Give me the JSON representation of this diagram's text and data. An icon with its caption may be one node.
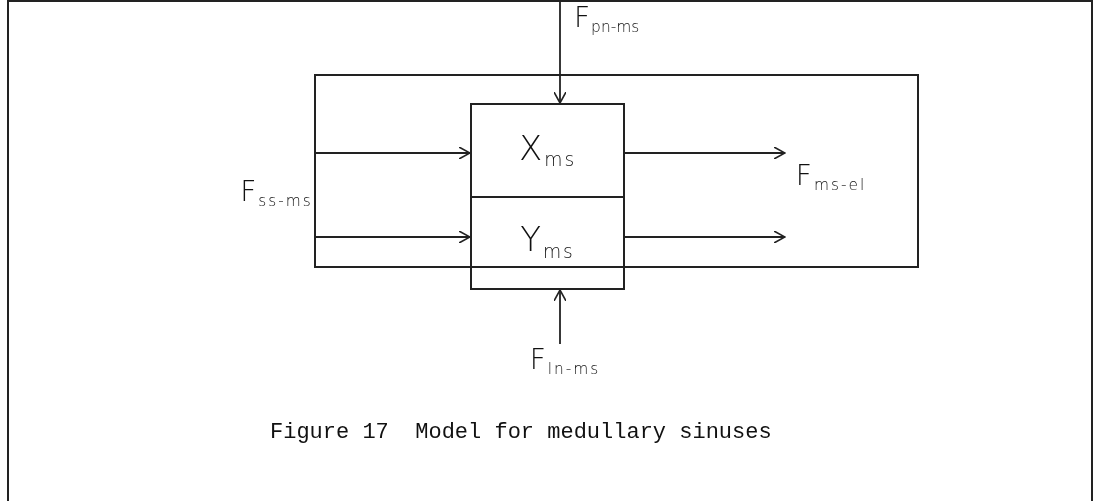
{
  "diagram": {
    "caption": "Figure 17  Model for medullary sinuses",
    "nodes": [
      {
        "text": [
          "X$_{ms}$"
        ]
      },
      {
        "text": [
          "Y$_{ms}$"
        ]
      },
      {
        "text": [
          "F$_{ln-ms}$"
        ]
      },
      {
        "text": [
          "F$_{ss-ms}$"
        ]
      },
      {
        "text": [
          "F$_{ms-el}$"
        ]
      }
    ],
    "edges": [
      {
        "from": 3,
        "to": 0,
        "arrow": "to"
      },
      {
        "from": 3,
        "to": 1,
        "arrow": "to"
      },
      {
        "from": 0,
        "to": 4,
        "arrow": "to"
      },
      {
        "from": 1,
        "to": 4,
        "arrow": "to"
      },
      {
        "from": null,
        "to": 0,
        "arrow": "to",
        "label": "F$_{pn-ms}$"
      },
      {
        "from": 2,
        "to": 1,
        "arrow": "to"
      }
    ]
  }
}
